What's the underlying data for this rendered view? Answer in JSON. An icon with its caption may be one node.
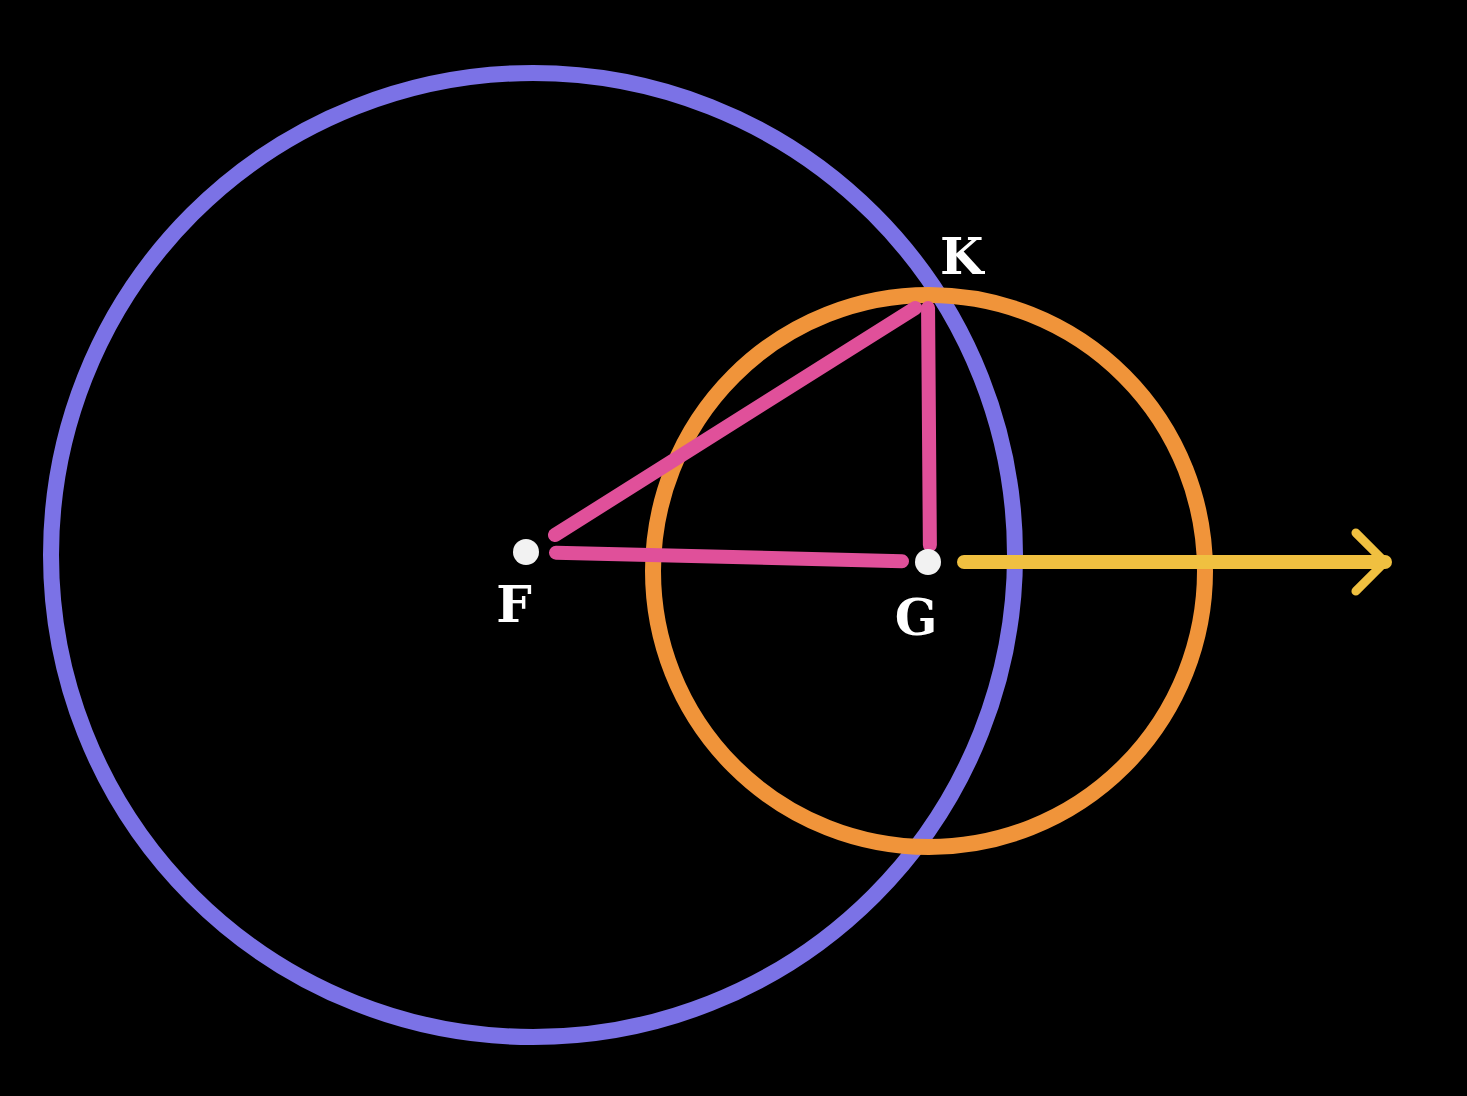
{
  "diagram": {
    "nodes": [
      {
        "text": [
          "K"
        ]
      },
      {
        "text": [
          "F"
        ]
      },
      {
        "text": [
          "G"
        ]
      }
    ],
    "edges": [
      {
        "from": 1,
        "to": 0,
        "arrow": "none"
      },
      {
        "from": 0,
        "to": 2,
        "arrow": "none"
      },
      {
        "from": 1,
        "to": 2,
        "arrow": "none"
      },
      {
        "from": 2,
        "to": null,
        "arrow": "to",
        "color": "#f0c040"
      }
    ]
  }
}
